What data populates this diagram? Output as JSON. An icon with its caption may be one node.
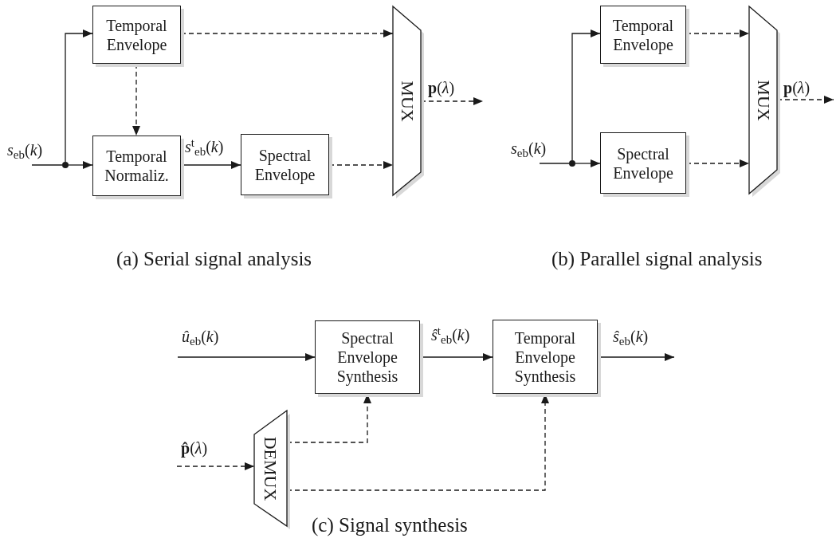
{
  "diagram": {
    "nodes": [
      {
        "text": [
          "Temporal Envelope"
        ]
      },
      {
        "text": [
          "Temporal Normaliz."
        ]
      },
      {
        "text": [
          "Spectral Envelope"
        ]
      },
      {
        "text": [
          "MUX"
        ]
      },
      {
        "text": [],
        "shape": "circle"
      },
      {
        "text": [
          "Temporal Envelope"
        ]
      },
      {
        "text": [
          "Spectral Envelope"
        ]
      },
      {
        "text": [
          "MUX"
        ]
      },
      {
        "text": [],
        "shape": "circle"
      },
      {
        "text": [
          "Spectral Envelope Synthesis"
        ]
      },
      {
        "text": [
          "Temporal Envelope Synthesis"
        ]
      },
      {
        "text": [
          "DEMUX"
        ]
      }
    ],
    "edges": [
      {
        "from": null,
        "to": 4,
        "arrow": "none",
        "label": "*s*$_{eb}$(*k*)"
      },
      {
        "from": 4,
        "to": 0,
        "arrow": "to"
      },
      {
        "from": 4,
        "to": 1,
        "arrow": "to"
      },
      {
        "from": 0,
        "to": 3,
        "arrow": "to",
        "style": "dashed"
      },
      {
        "from": 0,
        "to": 1,
        "arrow": "to",
        "style": "dashed"
      },
      {
        "from": 1,
        "to": 2,
        "arrow": "to",
        "label": "*s*$^{t}$$_{eb}$(*k*)"
      },
      {
        "from": 2,
        "to": 3,
        "arrow": "to",
        "style": "dashed"
      },
      {
        "from": 3,
        "to": null,
        "arrow": "to",
        "style": "dashed",
        "label": "**p**(*λ*)"
      },
      {
        "from": null,
        "to": 8,
        "arrow": "none",
        "label": "*s*$_{eb}$(*k*)"
      },
      {
        "from": 8,
        "to": 5,
        "arrow": "to"
      },
      {
        "from": 8,
        "to": 6,
        "arrow": "to"
      },
      {
        "from": 5,
        "to": 7,
        "arrow": "to",
        "style": "dashed"
      },
      {
        "from": 6,
        "to": 7,
        "arrow": "to",
        "style": "dashed"
      },
      {
        "from": 7,
        "to": null,
        "arrow": "to",
        "style": "dashed",
        "label": "**p**(*λ*)"
      },
      {
        "from": null,
        "to": 9,
        "arrow": "to",
        "label": "*û*$_{eb}$(*k*)"
      },
      {
        "from": 9,
        "to": 10,
        "arrow": "to",
        "label": "*ŝ*$^{t}$$_{eb}$(*k*)"
      },
      {
        "from": 10,
        "to": null,
        "arrow": "to",
        "label": "*ŝ*$_{eb}$(*k*)"
      },
      {
        "from": null,
        "to": 11,
        "arrow": "to",
        "style": "dashed",
        "label": "**p̂**(*λ*)"
      },
      {
        "from": 11,
        "to": 9,
        "arrow": "to",
        "style": "dashed"
      },
      {
        "from": 11,
        "to": 10,
        "arrow": "to",
        "style": "dashed"
      }
    ],
    "labels": [
      "(a) Serial signal analysis",
      "(b) Parallel signal analysis",
      "(c) Signal synthesis"
    ]
  }
}
